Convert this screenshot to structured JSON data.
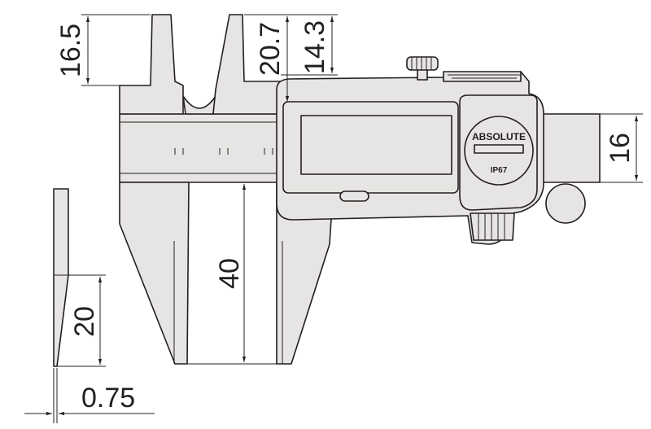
{
  "dimensions": {
    "outer_jaw_depth": "16.5",
    "step_depth": "20.7",
    "slider_head_height": "14.3",
    "beam_width": "16",
    "inside_jaw_depth": "40",
    "side_jaw_length": "20",
    "jaw_tip_thickness": "0.75"
  },
  "logo": {
    "brand": "ABSOLUTE",
    "rating": "IP67"
  },
  "colors": {
    "fill": "#e7e5e3",
    "line": "#231f20"
  }
}
